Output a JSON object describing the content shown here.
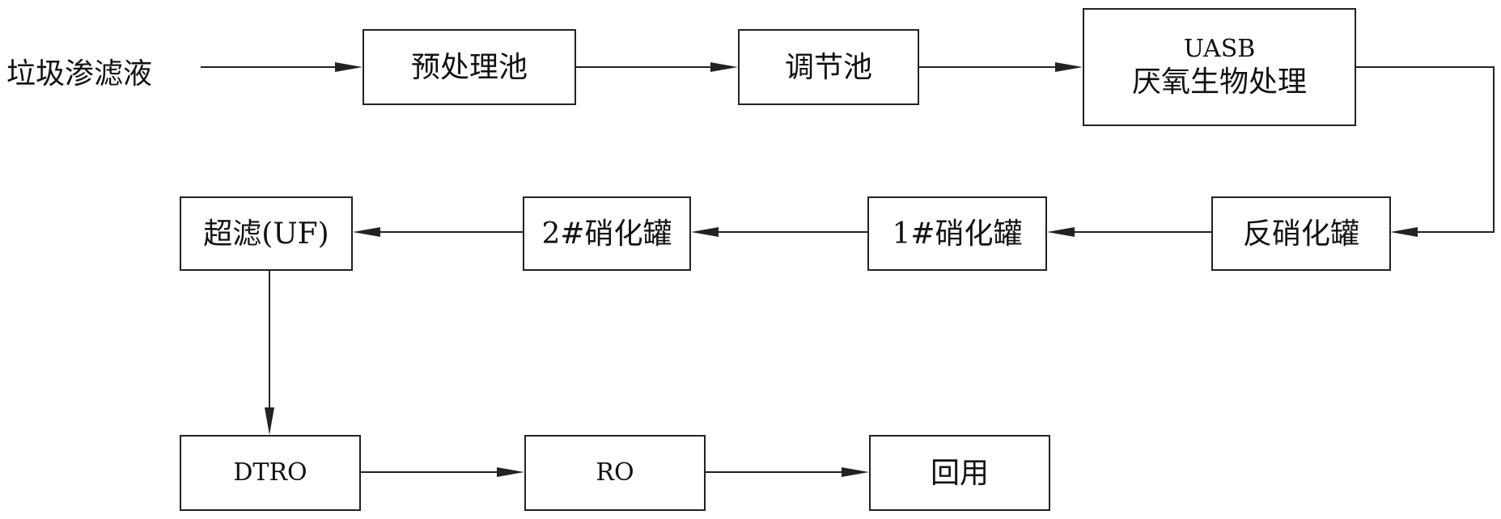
{
  "source": {
    "label": "垃圾渗滤液"
  },
  "nodes": {
    "pretreat": {
      "label": "预处理池"
    },
    "regulate": {
      "label": "调节池"
    },
    "uasb": {
      "line1": "UASB",
      "line2": "厌氧生物处理"
    },
    "denitrify": {
      "label": "反硝化罐"
    },
    "nitrify1": {
      "label": "1#硝化罐"
    },
    "nitrify2": {
      "label": "2#硝化罐"
    },
    "uf": {
      "label": "超滤(UF)"
    },
    "dtro": {
      "label": "DTRO"
    },
    "ro": {
      "label": "RO"
    },
    "reuse": {
      "label": "回用"
    }
  },
  "edges": [
    {
      "from": "source",
      "to": "pretreat"
    },
    {
      "from": "pretreat",
      "to": "regulate"
    },
    {
      "from": "regulate",
      "to": "uasb"
    },
    {
      "from": "uasb",
      "to": "denitrify"
    },
    {
      "from": "denitrify",
      "to": "nitrify1"
    },
    {
      "from": "nitrify1",
      "to": "nitrify2"
    },
    {
      "from": "nitrify2",
      "to": "uf"
    },
    {
      "from": "uf",
      "to": "dtro"
    },
    {
      "from": "dtro",
      "to": "ro"
    },
    {
      "from": "ro",
      "to": "reuse"
    }
  ]
}
